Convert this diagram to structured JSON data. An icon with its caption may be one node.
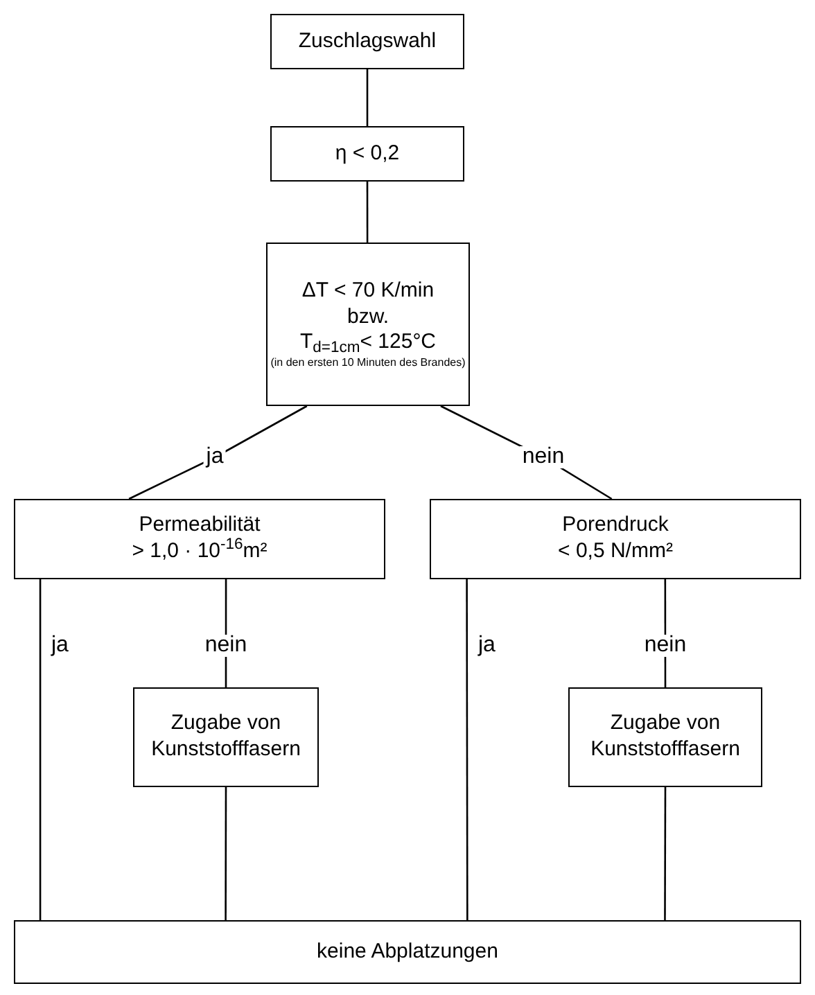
{
  "diagram": {
    "nodes": [
      {
        "text": [
          "Zuschlagswahl"
        ]
      },
      {
        "text": [
          "η < 0,2"
        ]
      },
      {
        "text": [
          "ΔT < 70 K/min",
          "bzw.",
          "T$_{d=1cm}$< 125°C",
          "(in den ersten 10 Minuten des Brandes)"
        ]
      },
      {
        "text": [
          "Permeabilität",
          "> 1,0 · 10$^{-16}$m²"
        ]
      },
      {
        "text": [
          "Porendruck",
          "< 0,5 N/mm²"
        ]
      },
      {
        "text": [
          "Zugabe von Kunststofffasern"
        ]
      },
      {
        "text": [
          "Zugabe von Kunststofffasern"
        ]
      },
      {
        "text": [
          "keine Abplatzungen"
        ]
      }
    ],
    "edges": [
      {
        "from": 0,
        "to": 1,
        "arrow": "none"
      },
      {
        "from": 1,
        "to": 2,
        "arrow": "none"
      },
      {
        "from": 2,
        "to": 3,
        "arrow": "none",
        "label": "ja"
      },
      {
        "from": 2,
        "to": 4,
        "arrow": "none",
        "label": "nein"
      },
      {
        "from": 3,
        "to": 7,
        "arrow": "none",
        "label": "ja"
      },
      {
        "from": 3,
        "to": 5,
        "arrow": "none",
        "label": "nein"
      },
      {
        "from": 5,
        "to": 7,
        "arrow": "none"
      },
      {
        "from": 4,
        "to": 7,
        "arrow": "none",
        "label": "ja"
      },
      {
        "from": 4,
        "to": 6,
        "arrow": "none",
        "label": "nein"
      },
      {
        "from": 6,
        "to": 7,
        "arrow": "none"
      }
    ]
  }
}
